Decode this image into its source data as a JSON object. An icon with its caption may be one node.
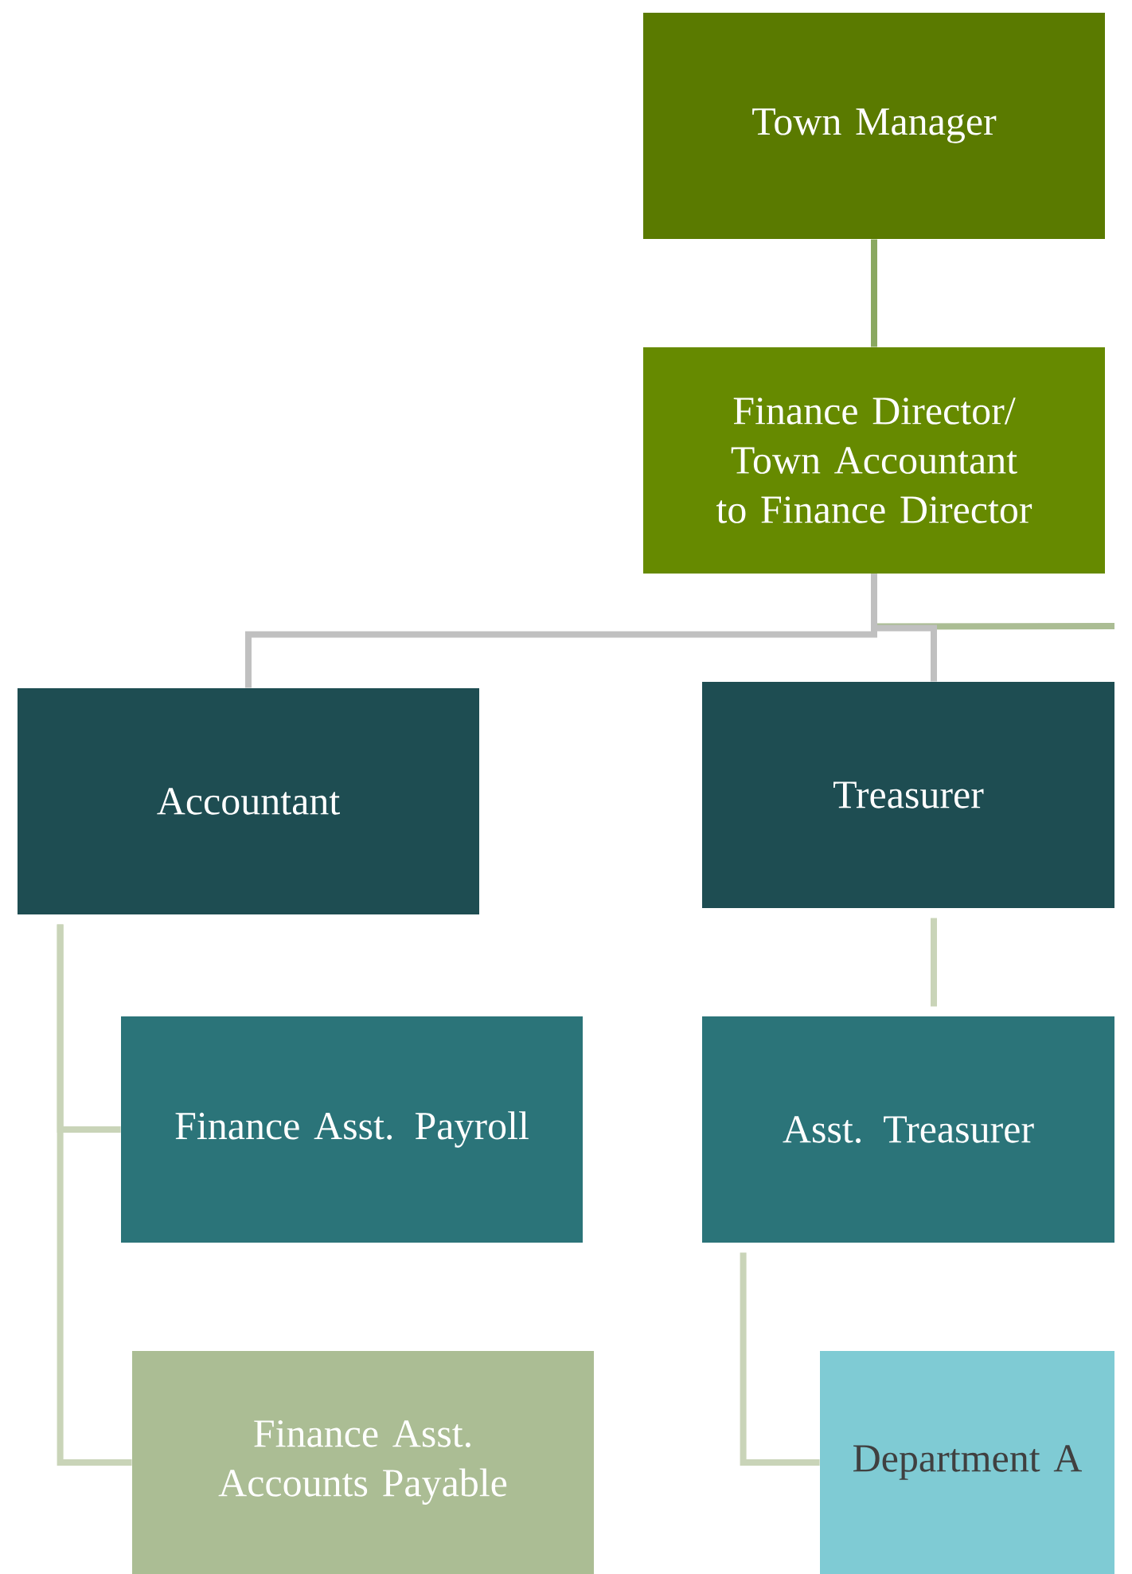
{
  "diagram": {
    "nodes": [
      {
        "text": [
          "Town Manager"
        ]
      },
      {
        "text": [
          "Finance Director/ Town Accountant to Finance Director"
        ]
      },
      {
        "text": [
          "Accountant"
        ]
      },
      {
        "text": [
          "Treasurer"
        ]
      },
      {
        "text": [
          "Finance Asst. Payroll"
        ]
      },
      {
        "text": [
          "Asst. Treasurer"
        ]
      },
      {
        "text": [
          "Finance Asst. Accounts Payable"
        ]
      },
      {
        "text": [
          "Department A"
        ]
      }
    ],
    "edges": [
      {
        "from": 0,
        "to": 1,
        "arrow": "none",
        "color": "#8aa860"
      },
      {
        "from": 1,
        "to": null,
        "arrow": "none",
        "color": "#abbd94"
      },
      {
        "from": 1,
        "to": 2,
        "arrow": "none",
        "color": "#c0c0c0"
      },
      {
        "from": 1,
        "to": 3,
        "arrow": "none",
        "color": "#c0c0c0"
      },
      {
        "from": 2,
        "to": 4,
        "arrow": "none"
      },
      {
        "from": 2,
        "to": 6,
        "arrow": "none"
      },
      {
        "from": 3,
        "to": 5,
        "arrow": "none"
      },
      {
        "from": 5,
        "to": 7,
        "arrow": "none"
      }
    ]
  }
}
